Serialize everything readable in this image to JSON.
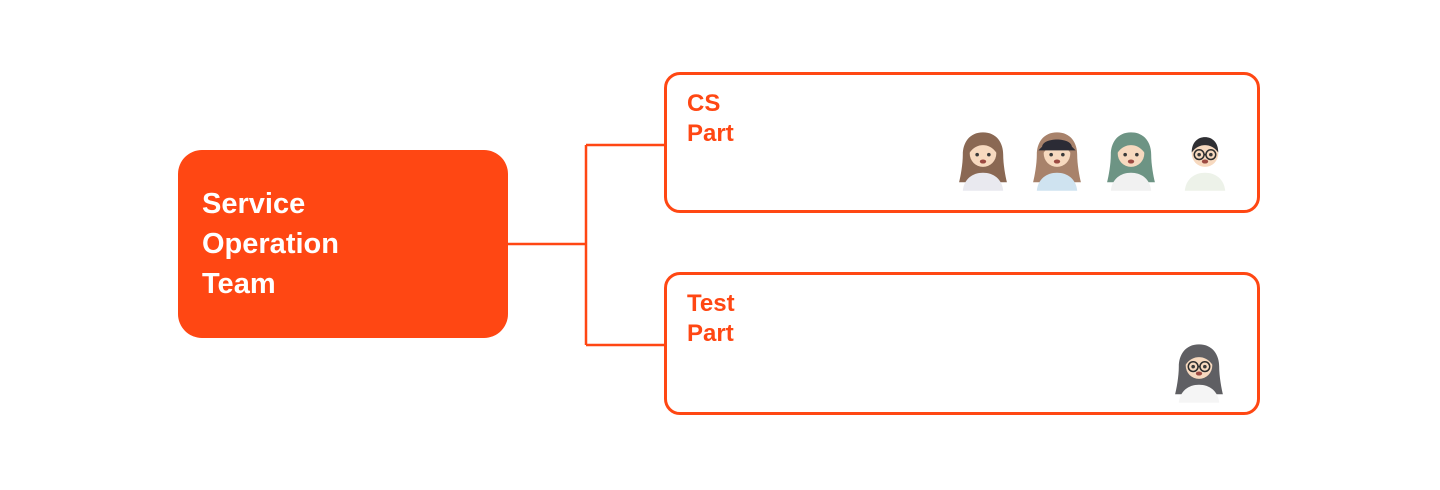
{
  "colors": {
    "accent": "#FF4713"
  },
  "org_chart": {
    "root": {
      "label": "Service\nOperation\nTeam"
    },
    "groups": [
      {
        "label": "CS\nPart",
        "members": [
          {
            "name": "cs-member-avatar-1",
            "hair": "#8a6853",
            "shirt": "#e9e9ef",
            "long_hair": true,
            "hat": false,
            "glasses": false
          },
          {
            "name": "cs-member-avatar-2",
            "hair": "#a8826b",
            "shirt": "#cfe3f0",
            "long_hair": true,
            "hat": true,
            "glasses": false
          },
          {
            "name": "cs-member-avatar-3",
            "hair": "#6d9484",
            "shirt": "#f1f1f1",
            "long_hair": true,
            "hat": false,
            "glasses": false
          },
          {
            "name": "cs-member-avatar-4",
            "hair": "#2f2f33",
            "shirt": "#edf2e9",
            "long_hair": false,
            "hat": false,
            "glasses": true
          }
        ]
      },
      {
        "label": "Test\nPart",
        "members": [
          {
            "name": "test-member-avatar-1",
            "hair": "#5f5f63",
            "shirt": "#f5f5f5",
            "long_hair": true,
            "hat": false,
            "glasses": true
          }
        ]
      }
    ]
  }
}
